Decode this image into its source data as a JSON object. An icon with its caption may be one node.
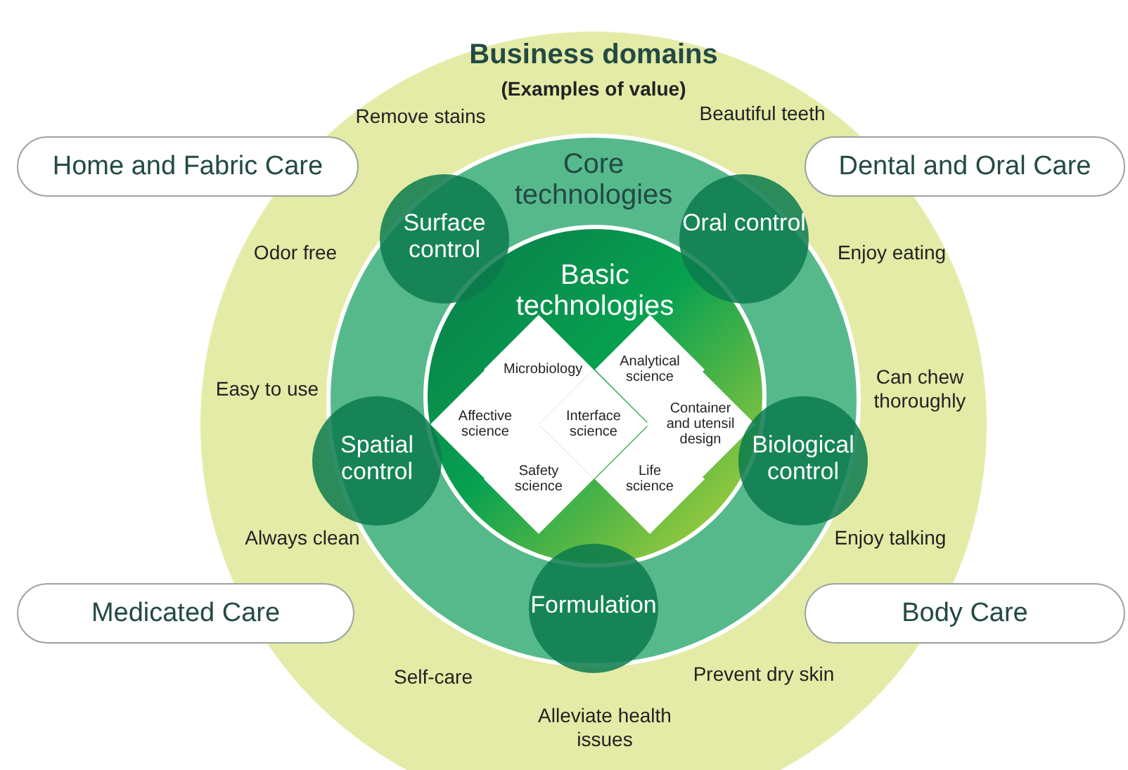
{
  "diagram": {
    "nodes": [
      {
        "text": [
          "Business domains",
          "(Examples of value)"
        ]
      },
      {
        "text": [
          "Home and Fabric Care"
        ]
      },
      {
        "text": [
          "Dental and Oral Care"
        ]
      },
      {
        "text": [
          "Core technologies"
        ],
        "in": 0
      },
      {
        "text": [
          "Surface control"
        ],
        "in": 3
      },
      {
        "text": [
          "Oral control"
        ],
        "in": 3
      },
      {
        "text": [
          "Basic technologies"
        ],
        "in": 3
      },
      {
        "text": [
          "Microbiology"
        ],
        "in": 6
      },
      {
        "text": [
          "Analytical science"
        ],
        "in": 6
      },
      {
        "text": [
          "Affective science"
        ],
        "in": 6
      },
      {
        "text": [
          "Interface science"
        ],
        "in": 6
      },
      {
        "text": [
          "Container and utensil design"
        ],
        "in": 6
      },
      {
        "text": [
          "Safety science"
        ],
        "in": 6
      },
      {
        "text": [
          "Life science"
        ],
        "in": 6
      },
      {
        "text": [
          "Spatial control"
        ],
        "in": 3
      },
      {
        "text": [
          "Biological control"
        ],
        "in": 3
      },
      {
        "text": [
          "Medicated Care"
        ]
      },
      {
        "text": [
          "Body Care"
        ]
      },
      {
        "text": [
          "Formulation"
        ],
        "in": 3
      }
    ],
    "edges": [],
    "labels": [
      "Remove stains",
      "Beautiful teeth",
      "Odor free",
      "Enjoy eating",
      "Easy to use",
      "Can chew thoroughly",
      "Always clean",
      "Enjoy talking",
      "Self-care",
      "Prevent dry skin",
      "Alleviate health issues"
    ]
  }
}
